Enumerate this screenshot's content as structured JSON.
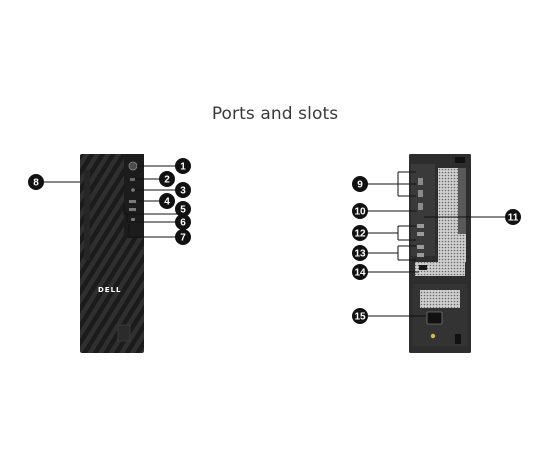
{
  "title": "Ports and slots",
  "front_device": {
    "logo": "DELL"
  },
  "callouts": {
    "c1": "1",
    "c2": "2",
    "c3": "3",
    "c4": "4",
    "c5": "5",
    "c6": "6",
    "c7": "7",
    "c8": "8",
    "c9": "9",
    "c10": "10",
    "c11": "11",
    "c12": "12",
    "c13": "13",
    "c14": "14",
    "c15": "15"
  },
  "colors": {
    "callout": "#111111",
    "chassis": "#1c1c1c",
    "rear_panel": "#2a2a2a",
    "title": "#3a3a3a"
  }
}
